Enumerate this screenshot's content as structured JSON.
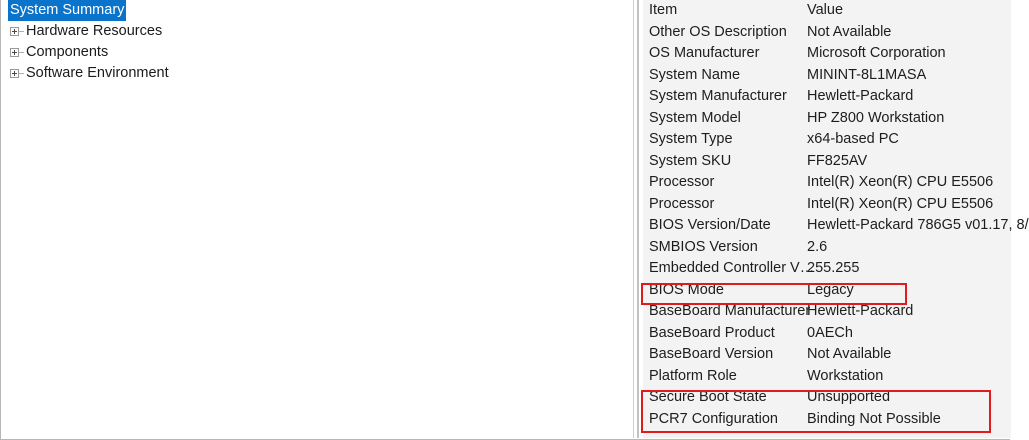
{
  "tree": {
    "items": [
      {
        "label": "System Summary",
        "selected": true,
        "expandable": false
      },
      {
        "label": "Hardware Resources",
        "selected": false,
        "expandable": true
      },
      {
        "label": "Components",
        "selected": false,
        "expandable": true
      },
      {
        "label": "Software Environment",
        "selected": false,
        "expandable": true
      }
    ]
  },
  "details": {
    "columns": {
      "item": "Item",
      "value": "Value"
    },
    "rows": [
      {
        "item": "Other OS Description",
        "value": "Not Available"
      },
      {
        "item": "OS Manufacturer",
        "value": "Microsoft Corporation"
      },
      {
        "item": "System Name",
        "value": "MININT-8L1MASA"
      },
      {
        "item": "System Manufacturer",
        "value": "Hewlett-Packard"
      },
      {
        "item": "System Model",
        "value": "HP Z800 Workstation"
      },
      {
        "item": "System Type",
        "value": "x64-based PC"
      },
      {
        "item": "System SKU",
        "value": "FF825AV"
      },
      {
        "item": "Processor",
        "value": "Intel(R) Xeon(R) CPU          E5506"
      },
      {
        "item": "Processor",
        "value": "Intel(R) Xeon(R) CPU          E5506"
      },
      {
        "item": "BIOS Version/Date",
        "value": "Hewlett-Packard 786G5 v01.17, 8/"
      },
      {
        "item": "SMBIOS Version",
        "value": "2.6"
      },
      {
        "item": "Embedded Controller V…",
        "value": "255.255"
      },
      {
        "item": "BIOS Mode",
        "value": "Legacy"
      },
      {
        "item": "BaseBoard Manufacturer",
        "value": "Hewlett-Packard"
      },
      {
        "item": "BaseBoard Product",
        "value": "0AECh"
      },
      {
        "item": "BaseBoard Version",
        "value": "Not Available"
      },
      {
        "item": "Platform Role",
        "value": "Workstation"
      },
      {
        "item": "Secure Boot State",
        "value": "Unsupported"
      },
      {
        "item": "PCR7 Configuration",
        "value": "Binding Not Possible"
      }
    ]
  },
  "annotations": {
    "highlight_color": "#e01b1b",
    "boxes": [
      {
        "name": "bios-mode-highlight",
        "rows": [
          "BIOS Mode"
        ]
      },
      {
        "name": "secure-boot-pcr7-highlight",
        "rows": [
          "Secure Boot State",
          "PCR7 Configuration"
        ]
      }
    ]
  },
  "theme": {
    "selection_color": "#0a74cd",
    "selection_text_color": "#ffffff",
    "details_background": "#f3f3f3",
    "tree_background": "#ffffff"
  }
}
